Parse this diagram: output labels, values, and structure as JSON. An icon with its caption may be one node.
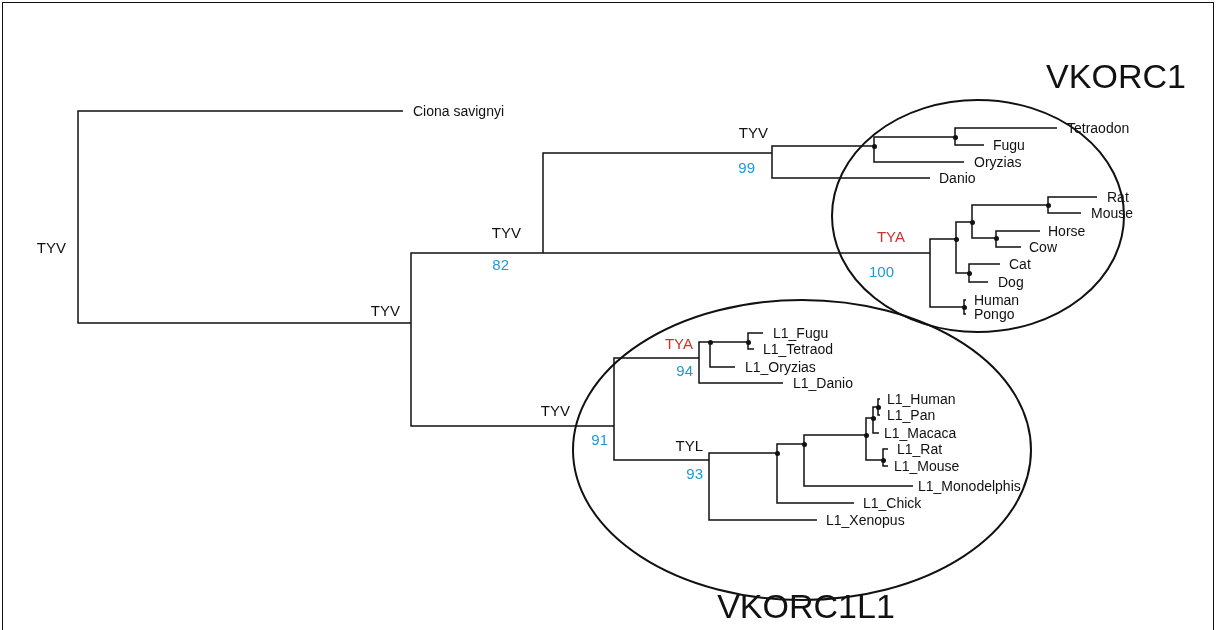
{
  "diagram": {
    "nodes": [
      {
        "text": [
          "TYV"
        ]
      },
      {
        "text": [
          "Ciona savignyi"
        ]
      },
      {
        "text": [
          "TYV"
        ]
      },
      {
        "text": [
          "TYV",
          "82"
        ]
      },
      {
        "text": [
          "TYV",
          "99"
        ]
      },
      {
        "text": [
          "VKORC1"
        ]
      },
      {
        "text": [],
        "shape": "point",
        "in": 5
      },
      {
        "text": [],
        "shape": "point",
        "in": 5
      },
      {
        "text": [
          "Tetraodon"
        ],
        "in": 5
      },
      {
        "text": [
          "Fugu"
        ],
        "in": 5
      },
      {
        "text": [
          "Oryzias"
        ],
        "in": 5
      },
      {
        "text": [
          "Danio"
        ],
        "in": 5
      },
      {
        "text": [
          "TYA",
          "100"
        ],
        "in": 5
      },
      {
        "text": [],
        "shape": "point",
        "in": 5
      },
      {
        "text": [],
        "shape": "point",
        "in": 5
      },
      {
        "text": [],
        "shape": "point",
        "in": 5
      },
      {
        "text": [
          "Rat"
        ],
        "in": 5
      },
      {
        "text": [
          "Mouse"
        ],
        "in": 5
      },
      {
        "text": [],
        "shape": "point",
        "in": 5
      },
      {
        "text": [
          "Horse"
        ],
        "in": 5
      },
      {
        "text": [
          "Cow"
        ],
        "in": 5
      },
      {
        "text": [],
        "shape": "point",
        "in": 5
      },
      {
        "text": [
          "Cat"
        ],
        "in": 5
      },
      {
        "text": [
          "Dog"
        ],
        "in": 5
      },
      {
        "text": [],
        "shape": "point",
        "in": 5
      },
      {
        "text": [
          "Human"
        ],
        "in": 5
      },
      {
        "text": [
          "Pongo"
        ],
        "in": 5
      },
      {
        "text": [
          "TYV",
          "91"
        ]
      },
      {
        "text": [
          "VKORC1L1"
        ]
      },
      {
        "text": [
          "TYA",
          "94"
        ],
        "in": 28
      },
      {
        "text": [],
        "shape": "point",
        "in": 28
      },
      {
        "text": [],
        "shape": "point",
        "in": 28
      },
      {
        "text": [
          "L1_Fugu"
        ],
        "in": 28
      },
      {
        "text": [
          "L1_Tetraod"
        ],
        "in": 28
      },
      {
        "text": [
          "L1_Oryzias"
        ],
        "in": 28
      },
      {
        "text": [
          "L1_Danio"
        ],
        "in": 28
      },
      {
        "text": [
          "TYL",
          "93"
        ],
        "in": 28
      },
      {
        "text": [],
        "shape": "point",
        "in": 28
      },
      {
        "text": [],
        "shape": "point",
        "in": 28
      },
      {
        "text": [],
        "shape": "point",
        "in": 28
      },
      {
        "text": [],
        "shape": "point",
        "in": 28
      },
      {
        "text": [],
        "shape": "point",
        "in": 28
      },
      {
        "text": [
          "L1_Human"
        ],
        "in": 28
      },
      {
        "text": [
          "L1_Pan"
        ],
        "in": 28
      },
      {
        "text": [
          "L1_Macaca"
        ],
        "in": 28
      },
      {
        "text": [],
        "shape": "point",
        "in": 28
      },
      {
        "text": [
          "L1_Rat"
        ],
        "in": 28
      },
      {
        "text": [
          "L1_Mouse"
        ],
        "in": 28
      },
      {
        "text": [
          "L1_Monodelphis"
        ],
        "in": 28
      },
      {
        "text": [
          "L1_Chick"
        ],
        "in": 28
      },
      {
        "text": [
          "L1_Xenopus"
        ],
        "in": 28
      }
    ],
    "edges": [
      {
        "from": 0,
        "to": 1,
        "arrow": "none"
      },
      {
        "from": 0,
        "to": 2,
        "arrow": "none"
      },
      {
        "from": 2,
        "to": 3,
        "arrow": "none"
      },
      {
        "from": 2,
        "to": 27,
        "arrow": "none"
      },
      {
        "from": 3,
        "to": 4,
        "arrow": "none"
      },
      {
        "from": 3,
        "to": 12,
        "arrow": "none"
      },
      {
        "from": 4,
        "to": 6,
        "arrow": "none"
      },
      {
        "from": 4,
        "to": 11,
        "arrow": "none"
      },
      {
        "from": 6,
        "to": 7,
        "arrow": "none"
      },
      {
        "from": 6,
        "to": 10,
        "arrow": "none"
      },
      {
        "from": 7,
        "to": 8,
        "arrow": "none"
      },
      {
        "from": 7,
        "to": 9,
        "arrow": "none"
      },
      {
        "from": 12,
        "to": 13,
        "arrow": "none"
      },
      {
        "from": 12,
        "to": 24,
        "arrow": "none"
      },
      {
        "from": 13,
        "to": 14,
        "arrow": "none"
      },
      {
        "from": 13,
        "to": 21,
        "arrow": "none"
      },
      {
        "from": 14,
        "to": 15,
        "arrow": "none"
      },
      {
        "from": 14,
        "to": 18,
        "arrow": "none"
      },
      {
        "from": 15,
        "to": 16,
        "arrow": "none"
      },
      {
        "from": 15,
        "to": 17,
        "arrow": "none"
      },
      {
        "from": 18,
        "to": 19,
        "arrow": "none"
      },
      {
        "from": 18,
        "to": 20,
        "arrow": "none"
      },
      {
        "from": 21,
        "to": 22,
        "arrow": "none"
      },
      {
        "from": 21,
        "to": 23,
        "arrow": "none"
      },
      {
        "from": 24,
        "to": 25,
        "arrow": "none"
      },
      {
        "from": 24,
        "to": 26,
        "arrow": "none"
      },
      {
        "from": 27,
        "to": 29,
        "arrow": "none"
      },
      {
        "from": 27,
        "to": 36,
        "arrow": "none"
      },
      {
        "from": 29,
        "to": 30,
        "arrow": "none"
      },
      {
        "from": 29,
        "to": 35,
        "arrow": "none"
      },
      {
        "from": 30,
        "to": 31,
        "arrow": "none"
      },
      {
        "from": 30,
        "to": 34,
        "arrow": "none"
      },
      {
        "from": 31,
        "to": 32,
        "arrow": "none"
      },
      {
        "from": 31,
        "to": 33,
        "arrow": "none"
      },
      {
        "from": 36,
        "to": 37,
        "arrow": "none"
      },
      {
        "from": 36,
        "to": 50,
        "arrow": "none"
      },
      {
        "from": 37,
        "to": 38,
        "arrow": "none"
      },
      {
        "from": 37,
        "to": 49,
        "arrow": "none"
      },
      {
        "from": 38,
        "to": 39,
        "arrow": "none"
      },
      {
        "from": 38,
        "to": 48,
        "arrow": "none"
      },
      {
        "from": 39,
        "to": 40,
        "arrow": "none"
      },
      {
        "from": 39,
        "to": 45,
        "arrow": "none"
      },
      {
        "from": 40,
        "to": 41,
        "arrow": "none"
      },
      {
        "from": 40,
        "to": 44,
        "arrow": "none"
      },
      {
        "from": 41,
        "to": 42,
        "arrow": "none"
      },
      {
        "from": 41,
        "to": 43,
        "arrow": "none"
      },
      {
        "from": 45,
        "to": 46,
        "arrow": "none"
      },
      {
        "from": 45,
        "to": 47,
        "arrow": "none"
      }
    ]
  }
}
